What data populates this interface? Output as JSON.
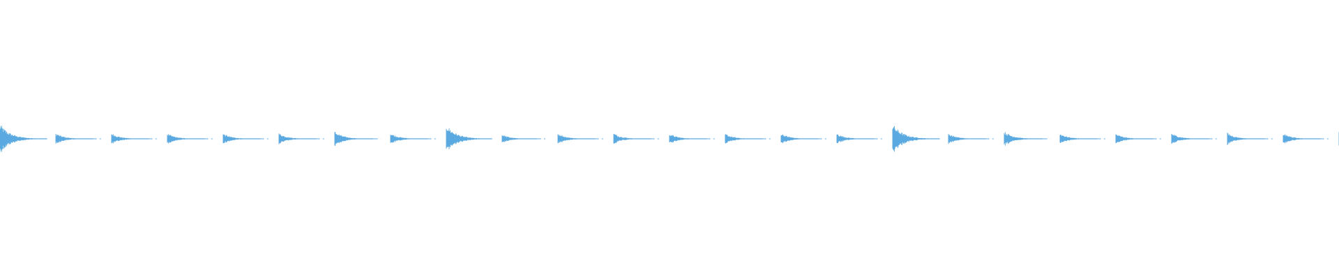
{
  "waveform": {
    "color": "#5aa9e0",
    "background": "#ffffff",
    "hits": [
      {
        "strength": 1.0,
        "decay": 0.85
      },
      {
        "strength": 0.38,
        "decay": 0.6
      },
      {
        "strength": 0.38,
        "decay": 0.6
      },
      {
        "strength": 0.36,
        "decay": 0.6
      },
      {
        "strength": 0.36,
        "decay": 0.6
      },
      {
        "strength": 0.38,
        "decay": 0.6
      },
      {
        "strength": 0.5,
        "decay": 0.65
      },
      {
        "strength": 0.38,
        "decay": 0.6
      },
      {
        "strength": 0.95,
        "decay": 0.8
      },
      {
        "strength": 0.3,
        "decay": 0.55
      },
      {
        "strength": 0.38,
        "decay": 0.6
      },
      {
        "strength": 0.38,
        "decay": 0.6
      },
      {
        "strength": 0.36,
        "decay": 0.6
      },
      {
        "strength": 0.34,
        "decay": 0.6
      },
      {
        "strength": 0.38,
        "decay": 0.6
      },
      {
        "strength": 0.36,
        "decay": 0.6
      },
      {
        "strength": 1.0,
        "decay": 0.85
      },
      {
        "strength": 0.36,
        "decay": 0.6
      },
      {
        "strength": 0.52,
        "decay": 0.65
      },
      {
        "strength": 0.36,
        "decay": 0.6
      },
      {
        "strength": 0.34,
        "decay": 0.6
      },
      {
        "strength": 0.38,
        "decay": 0.6
      },
      {
        "strength": 0.4,
        "decay": 0.6
      },
      {
        "strength": 0.38,
        "decay": 0.6
      },
      {
        "strength": 0.5,
        "decay": 0.65
      }
    ]
  }
}
